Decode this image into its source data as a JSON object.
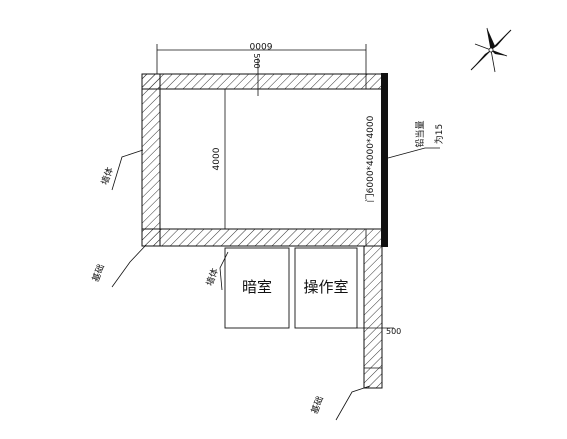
{
  "dimensions": {
    "top_width": "6000",
    "wall_thickness": "500",
    "inner_height": "4000",
    "side_offset": "500"
  },
  "labels": {
    "wall_left": "墙体",
    "wall_mid": "墙体",
    "foundation_left": "基础",
    "foundation_bottom": "基础",
    "lead_label": "铅当量",
    "lead_value": "为15",
    "room_size": "门6000*4000*4000"
  },
  "rooms": {
    "darkroom": "暗室",
    "operation": "操作室"
  },
  "icons": {
    "north_arrow": "compass-rose-icon"
  },
  "colors": {
    "line": "#111111",
    "hatch": "#333333",
    "lead_bar": "#111111"
  }
}
